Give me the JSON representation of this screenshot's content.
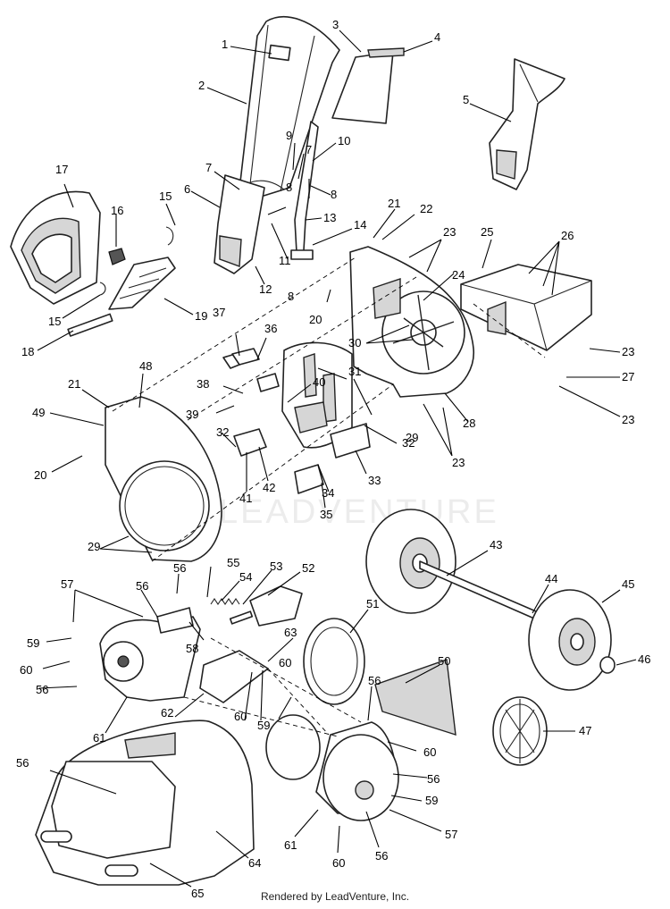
{
  "watermark": "LEADVENTURE",
  "footer": "Rendered by LeadVenture, Inc.",
  "callouts": [
    {
      "id": "c1",
      "label": "1"
    },
    {
      "id": "c2",
      "label": "2"
    },
    {
      "id": "c3",
      "label": "3"
    },
    {
      "id": "c4",
      "label": "4"
    },
    {
      "id": "c5",
      "label": "5"
    },
    {
      "id": "c6",
      "label": "6"
    },
    {
      "id": "c7a",
      "label": "7"
    },
    {
      "id": "c7b",
      "label": "7"
    },
    {
      "id": "c8a",
      "label": "8"
    },
    {
      "id": "c8b",
      "label": "8"
    },
    {
      "id": "c8c",
      "label": "8"
    },
    {
      "id": "c9",
      "label": "9"
    },
    {
      "id": "c10",
      "label": "10"
    },
    {
      "id": "c11",
      "label": "11"
    },
    {
      "id": "c12",
      "label": "12"
    },
    {
      "id": "c13",
      "label": "13"
    },
    {
      "id": "c14",
      "label": "14"
    },
    {
      "id": "c15a",
      "label": "15"
    },
    {
      "id": "c15b",
      "label": "15"
    },
    {
      "id": "c16",
      "label": "16"
    },
    {
      "id": "c17",
      "label": "17"
    },
    {
      "id": "c18",
      "label": "18"
    },
    {
      "id": "c19",
      "label": "19"
    },
    {
      "id": "c20a",
      "label": "20"
    },
    {
      "id": "c20b",
      "label": "20"
    },
    {
      "id": "c21a",
      "label": "21"
    },
    {
      "id": "c21b",
      "label": "21"
    },
    {
      "id": "c22",
      "label": "22"
    },
    {
      "id": "c23a",
      "label": "23"
    },
    {
      "id": "c23b",
      "label": "23"
    },
    {
      "id": "c23c",
      "label": "23"
    },
    {
      "id": "c23d",
      "label": "23"
    },
    {
      "id": "c24",
      "label": "24"
    },
    {
      "id": "c25",
      "label": "25"
    },
    {
      "id": "c26",
      "label": "26"
    },
    {
      "id": "c27",
      "label": "27"
    },
    {
      "id": "c28",
      "label": "28"
    },
    {
      "id": "c29a",
      "label": "29"
    },
    {
      "id": "c29b",
      "label": "29"
    },
    {
      "id": "c30",
      "label": "30"
    },
    {
      "id": "c31",
      "label": "31"
    },
    {
      "id": "c32a",
      "label": "32"
    },
    {
      "id": "c32b",
      "label": "32"
    },
    {
      "id": "c33",
      "label": "33"
    },
    {
      "id": "c34",
      "label": "34"
    },
    {
      "id": "c35",
      "label": "35"
    },
    {
      "id": "c36",
      "label": "36"
    },
    {
      "id": "c37",
      "label": "37"
    },
    {
      "id": "c38",
      "label": "38"
    },
    {
      "id": "c39",
      "label": "39"
    },
    {
      "id": "c40",
      "label": "40"
    },
    {
      "id": "c41",
      "label": "41"
    },
    {
      "id": "c42",
      "label": "42"
    },
    {
      "id": "c43",
      "label": "43"
    },
    {
      "id": "c44",
      "label": "44"
    },
    {
      "id": "c45",
      "label": "45"
    },
    {
      "id": "c46",
      "label": "46"
    },
    {
      "id": "c47",
      "label": "47"
    },
    {
      "id": "c48",
      "label": "48"
    },
    {
      "id": "c49",
      "label": "49"
    },
    {
      "id": "c50",
      "label": "50"
    },
    {
      "id": "c51",
      "label": "51"
    },
    {
      "id": "c52",
      "label": "52"
    },
    {
      "id": "c53",
      "label": "53"
    },
    {
      "id": "c54",
      "label": "54"
    },
    {
      "id": "c55",
      "label": "55"
    },
    {
      "id": "c56a",
      "label": "56"
    },
    {
      "id": "c56b",
      "label": "56"
    },
    {
      "id": "c56c",
      "label": "56"
    },
    {
      "id": "c56d",
      "label": "56"
    },
    {
      "id": "c56e",
      "label": "56"
    },
    {
      "id": "c56f",
      "label": "56"
    },
    {
      "id": "c56g",
      "label": "56"
    },
    {
      "id": "c57a",
      "label": "57"
    },
    {
      "id": "c57b",
      "label": "57"
    },
    {
      "id": "c58",
      "label": "58"
    },
    {
      "id": "c59a",
      "label": "59"
    },
    {
      "id": "c59b",
      "label": "59"
    },
    {
      "id": "c59c",
      "label": "59"
    },
    {
      "id": "c60a",
      "label": "60"
    },
    {
      "id": "c60b",
      "label": "60"
    },
    {
      "id": "c60c",
      "label": "60"
    },
    {
      "id": "c60d",
      "label": "60"
    },
    {
      "id": "c60e",
      "label": "60"
    },
    {
      "id": "c61a",
      "label": "61"
    },
    {
      "id": "c61b",
      "label": "61"
    },
    {
      "id": "c62",
      "label": "62"
    },
    {
      "id": "c63",
      "label": "63"
    },
    {
      "id": "c64",
      "label": "64"
    },
    {
      "id": "c65",
      "label": "65"
    }
  ]
}
